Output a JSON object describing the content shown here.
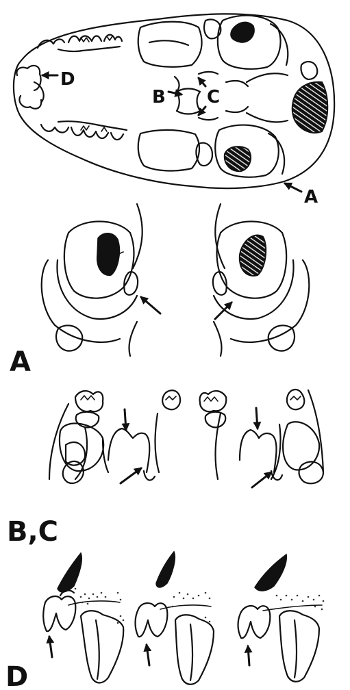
{
  "labels": {
    "top_a": "A",
    "top_b": "B",
    "top_c": "C",
    "top_d": "D",
    "panel_a": "A",
    "panel_bc": "B,C",
    "panel_d": "D"
  },
  "colors": {
    "ink": "#111111",
    "paper": "#ffffff"
  }
}
